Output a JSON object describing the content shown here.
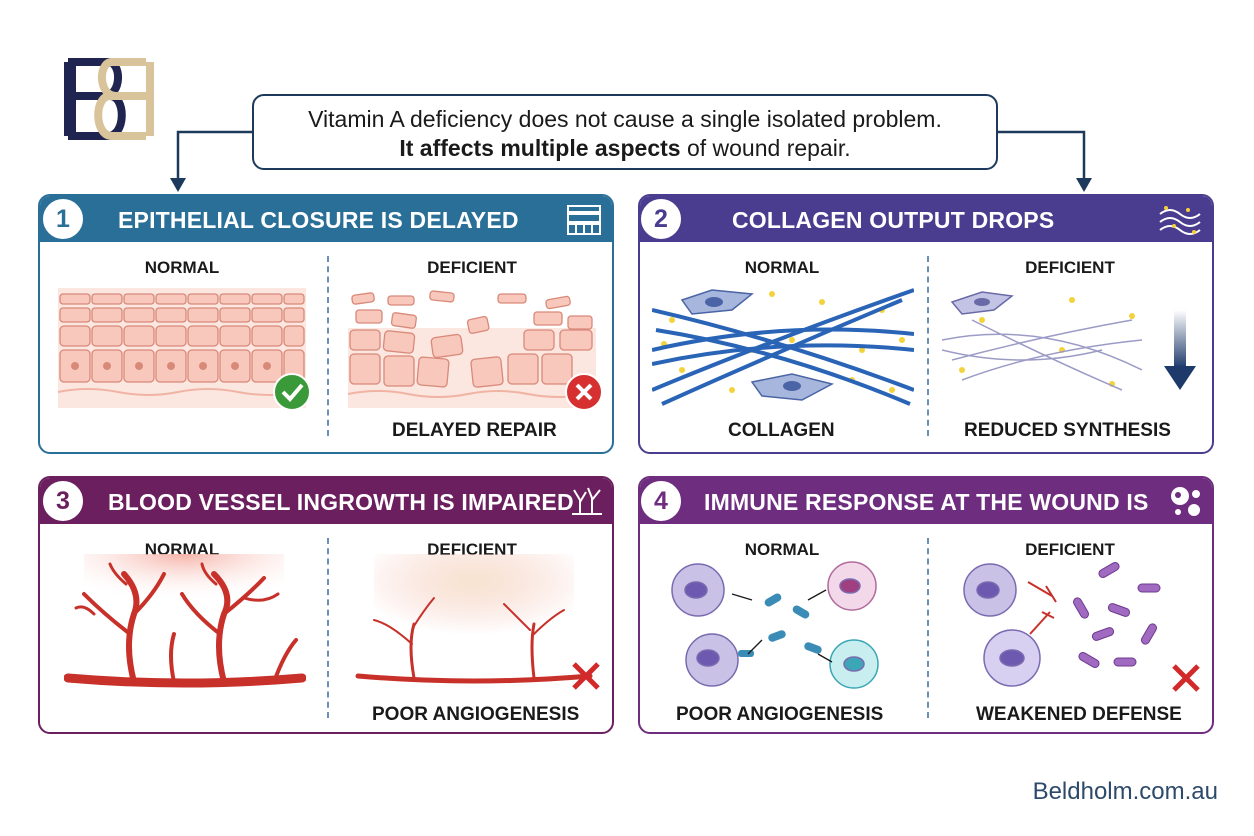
{
  "callout": {
    "line1": "Vitamin A deficiency does not cause a single isolated problem.",
    "line2_bold": "It affects multiple aspects",
    "line2_rest": " of wound repair."
  },
  "panels": [
    {
      "number": "1",
      "title": "EPITHELIAL CLOSURE IS DELAYED",
      "left_label": "NORMAL",
      "right_label": "DEFICIENT",
      "left_caption": "",
      "right_caption": "DELAYED REPAIR",
      "color": "#2a6f97",
      "icon": "cell-layer-icon"
    },
    {
      "number": "2",
      "title": "COLLAGEN OUTPUT DROPS",
      "left_label": "NORMAL",
      "right_label": "DEFICIENT",
      "left_caption": "COLLAGEN",
      "right_caption": "REDUCED SYNTHESIS",
      "color": "#4a3d8f",
      "icon": "fiber-icon"
    },
    {
      "number": "3",
      "title": "BLOOD VESSEL INGROWTH IS IMPAIRED",
      "left_label": "NORMAL",
      "right_label": "DEFICIENT",
      "left_caption": "",
      "right_caption": "POOR ANGIOGENESIS",
      "color": "#6b1f5e",
      "icon": "vessel-icon"
    },
    {
      "number": "4",
      "title": "IMMUNE RESPONSE AT THE WOUND IS",
      "left_label": "NORMAL",
      "right_label": "DEFICIENT",
      "left_caption": "POOR ANGIOGENESIS",
      "right_caption": "WEAKENED DEFENSE",
      "color": "#6e2d7f",
      "icon": "microbe-icon"
    }
  ],
  "footer": "Beldholm.com.au"
}
